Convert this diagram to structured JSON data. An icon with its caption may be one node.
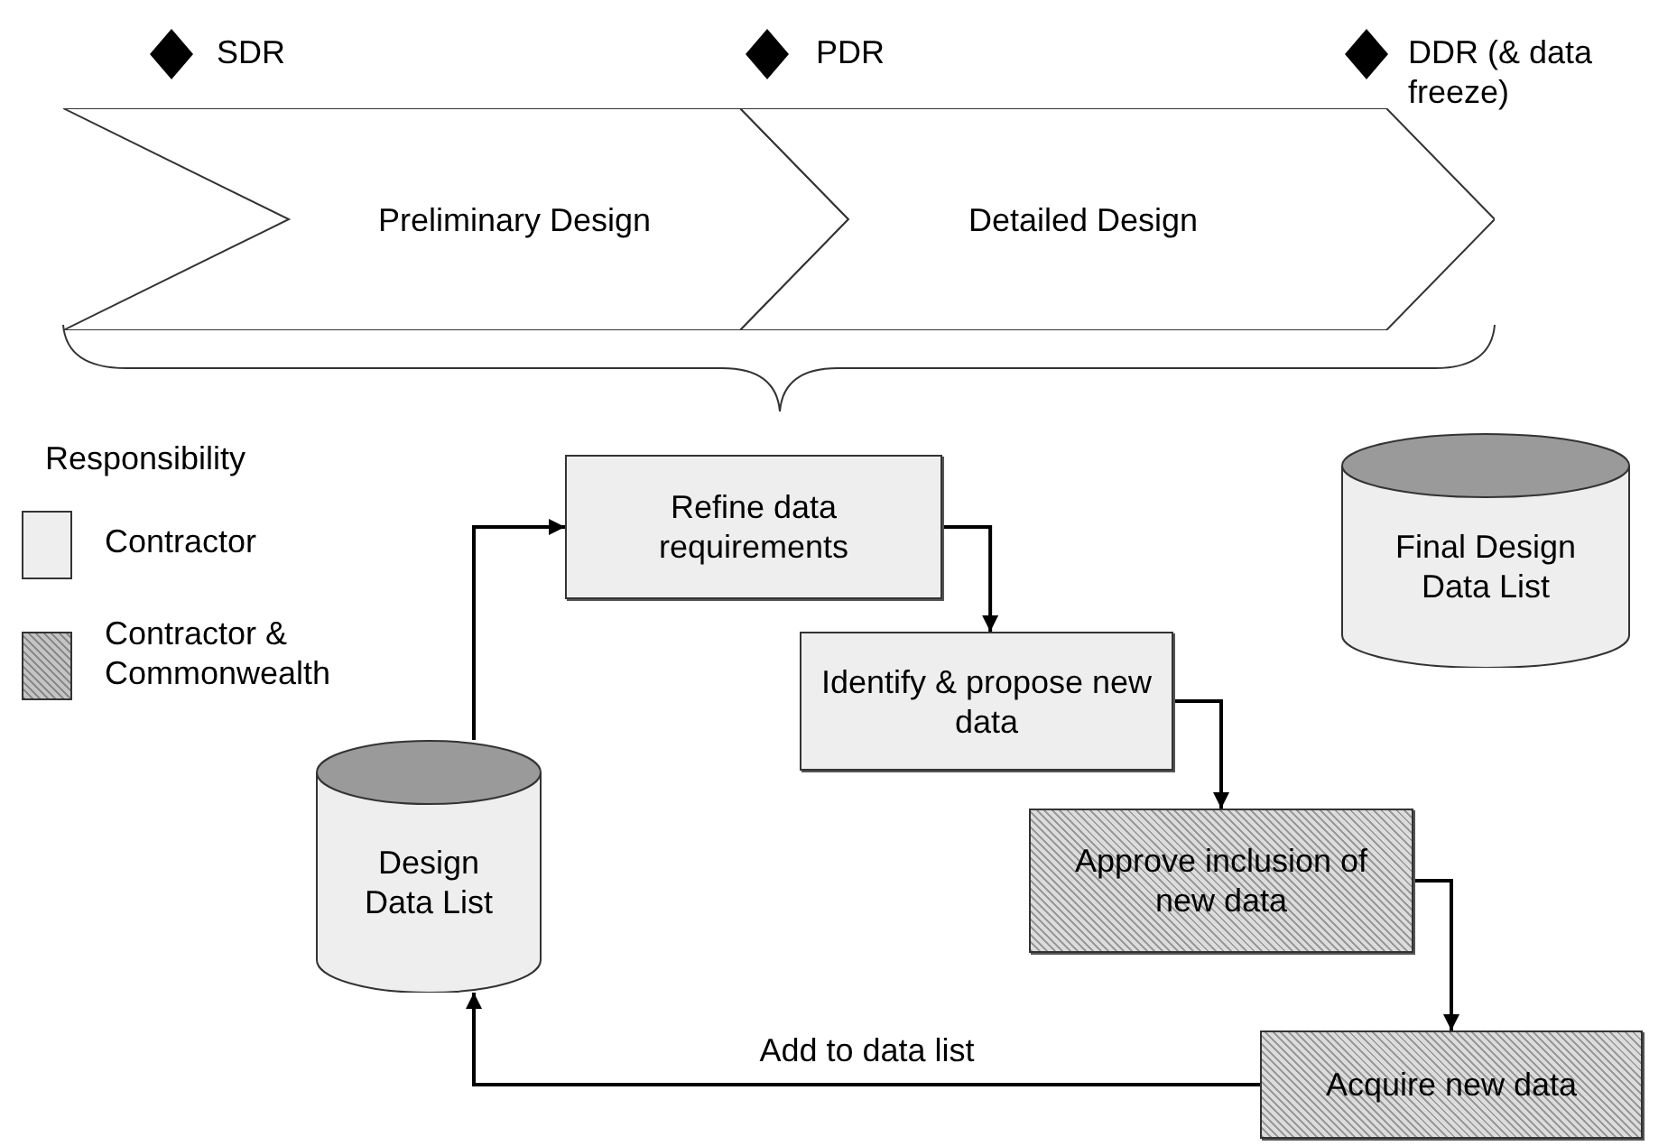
{
  "diagram": {
    "nodes": [
      {
        "text": [
          "Preliminary Design"
        ]
      },
      {
        "text": [
          "Detailed Design"
        ]
      },
      {
        "text": [
          "Refine data requirements"
        ]
      },
      {
        "text": [
          "Identify & propose new data"
        ]
      },
      {
        "text": [
          "Approve inclusion of new data"
        ]
      },
      {
        "text": [
          "Acquire new data"
        ]
      },
      {
        "text": [
          "Design Data List"
        ]
      },
      {
        "text": [
          "Final Design Data List"
        ]
      }
    ],
    "edges": [
      {
        "from": 6,
        "to": 2,
        "arrow": "to"
      },
      {
        "from": 2,
        "to": 3,
        "arrow": "to"
      },
      {
        "from": 3,
        "to": 4,
        "arrow": "to"
      },
      {
        "from": 4,
        "to": 5,
        "arrow": "to"
      },
      {
        "from": 5,
        "to": 6,
        "arrow": "to",
        "label": "Add to data list"
      }
    ],
    "labels": [
      "SDR",
      "PDR",
      "DDR (& data freeze)",
      "Responsibility"
    ],
    "legend": [
      {
        "text": "Contractor",
        "color": "#eeeeee"
      },
      {
        "text": "Contractor & Commonwealth",
        "color": "#c4c4c4"
      }
    ]
  }
}
